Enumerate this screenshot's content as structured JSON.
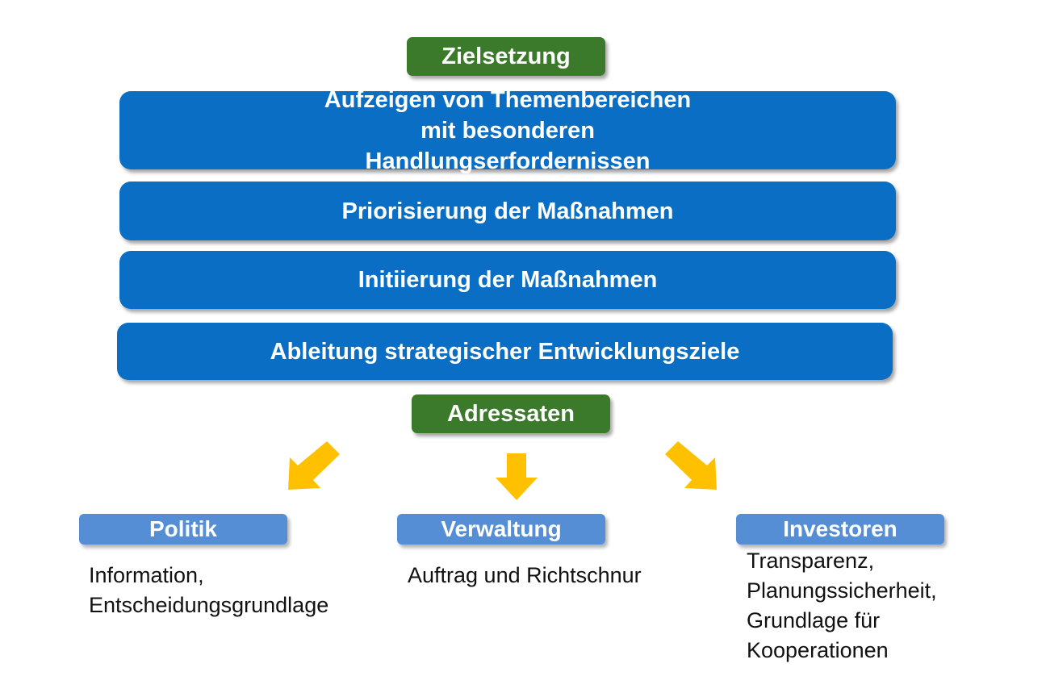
{
  "title": "Zielsetzung",
  "goals": [
    "Aufzeigen von Themenbereichen mit besonderen Handlungserfordernissen",
    "Priorisierung der Maßnahmen",
    "Initiierung der Maßnahmen",
    "Ableitung strategischer Entwicklungsziele"
  ],
  "addressees_title": "Adressaten",
  "addressees": [
    {
      "label": "Politik",
      "lines": [
        "Information,",
        "Entscheidungsgrundlage"
      ]
    },
    {
      "label": "Verwaltung",
      "lines": [
        "Auftrag und Richtschnur"
      ]
    },
    {
      "label": "Investoren",
      "lines": [
        "Transparenz,",
        "Planungssicherheit,",
        "Grundlage für",
        "Kooperationen"
      ]
    }
  ],
  "colors": {
    "green": "#3b7a2a",
    "blue": "#0a6fc4",
    "light_blue": "#558ed5",
    "arrow": "#ffc000"
  }
}
